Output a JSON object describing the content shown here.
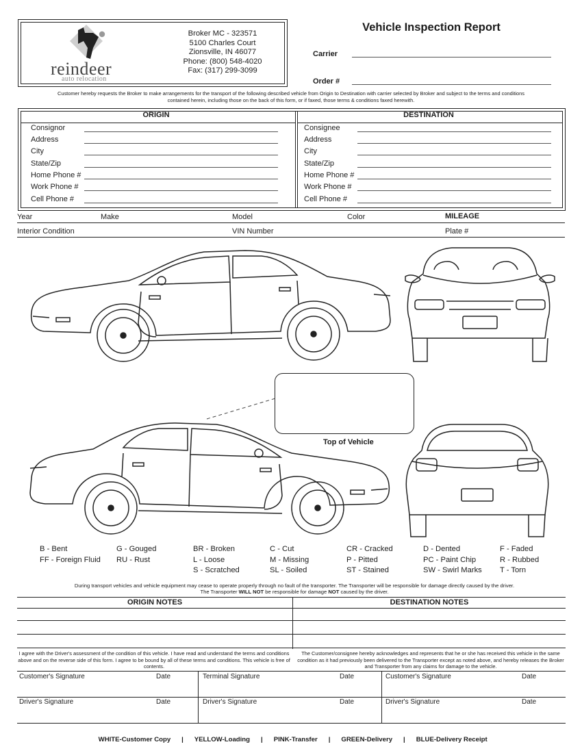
{
  "header": {
    "logo_word": "reindeer",
    "logo_tagline": "auto relocation",
    "broker_lines": [
      "Broker MC - 323571",
      "5100 Charles Court",
      "Zionsville, IN 46077",
      "Phone: (800) 548-4020",
      "Fax: (317) 299-3099"
    ],
    "title": "Vehicle Inspection Report",
    "carrier_label": "Carrier",
    "order_label": "Order #"
  },
  "intro_lines": [
    "Customer hereby requests the Broker to make arrangements for the transport of the following described vehicle from Origin to Destination with carrier selected by Broker and subject to the terms and conditions",
    "contained herein, including those on the back of this form, or if faxed, those terms & conditions faxed herewith."
  ],
  "origin": {
    "heading": "ORIGIN",
    "fields": [
      "Consignor",
      "Address",
      "City",
      "State/Zip",
      "Home Phone #",
      "Work Phone #",
      "Cell Phone #"
    ]
  },
  "destination": {
    "heading": "DESTINATION",
    "fields": [
      "Consignee",
      "Address",
      "City",
      "State/Zip",
      "Home Phone #",
      "Work Phone #",
      "Cell Phone #"
    ]
  },
  "vehicle": {
    "year": "Year",
    "make": "Make",
    "model": "Model",
    "color": "Color",
    "mileage": "MILEAGE",
    "interior": "Interior Condition",
    "vin": "VIN Number",
    "plate": "Plate #"
  },
  "top_of_vehicle": "Top of Vehicle",
  "legend": [
    [
      "B - Bent",
      "FF - Foreign Fluid"
    ],
    [
      "G - Gouged",
      "RU - Rust"
    ],
    [
      "BR - Broken",
      "L - Loose",
      "S - Scratched"
    ],
    [
      "C - Cut",
      "M - Missing",
      "SL - Soiled"
    ],
    [
      "CR - Cracked",
      "P - Pitted",
      "ST - Stained"
    ],
    [
      "D - Dented",
      "PC - Paint Chip",
      "SW - Swirl Marks"
    ],
    [
      "F - Faded",
      "R - Rubbed",
      "T - Torn"
    ]
  ],
  "transport_notice": {
    "line1": "During transport vehicles and vehicle equipment may cease to operate properly through no fault of the transporter. The Transporter will be responsible for damage directly caused by the driver.",
    "line2_a": "The Transporter ",
    "line2_b": "WILL NOT",
    "line2_c": " be responsible for damage ",
    "line2_d": "NOT",
    "line2_e": " caused by the driver."
  },
  "notes": {
    "origin_heading": "ORIGIN NOTES",
    "destination_heading": "DESTINATION NOTES",
    "origin_agreement": "I agree with the Driver's assessment of the condition of this vehicle. I have read and understand the terms and conditions above and on the reverse side of this form. I agree to be bound by all of these terms and conditions. This vehicle is free of contents.",
    "destination_agreement": "The Customer/consignee hereby acknowledges and represents that he or she has received this vehicle in the same condition as it had previously been delivered to the Transporter except as noted above, and hereby releases the Broker and Transporter from any claims for damage to the vehicle."
  },
  "signatures": {
    "col1_top": "Customer's Signature",
    "col2_top": "Terminal Signature",
    "col3_top": "Customer's Signature",
    "col1_bottom": "Driver's Signature",
    "col2_bottom": "Driver's Signature",
    "col3_bottom": "Driver's Signature",
    "date": "Date"
  },
  "footer": {
    "copies": [
      "WHITE-Customer Copy",
      "YELLOW-Loading",
      "PINK-Transfer",
      "GREEN-Delivery",
      "BLUE-Delivery Receipt"
    ],
    "separator": "|"
  },
  "colors": {
    "ink": "#1a1a1a",
    "logo_gray": "#444444"
  }
}
